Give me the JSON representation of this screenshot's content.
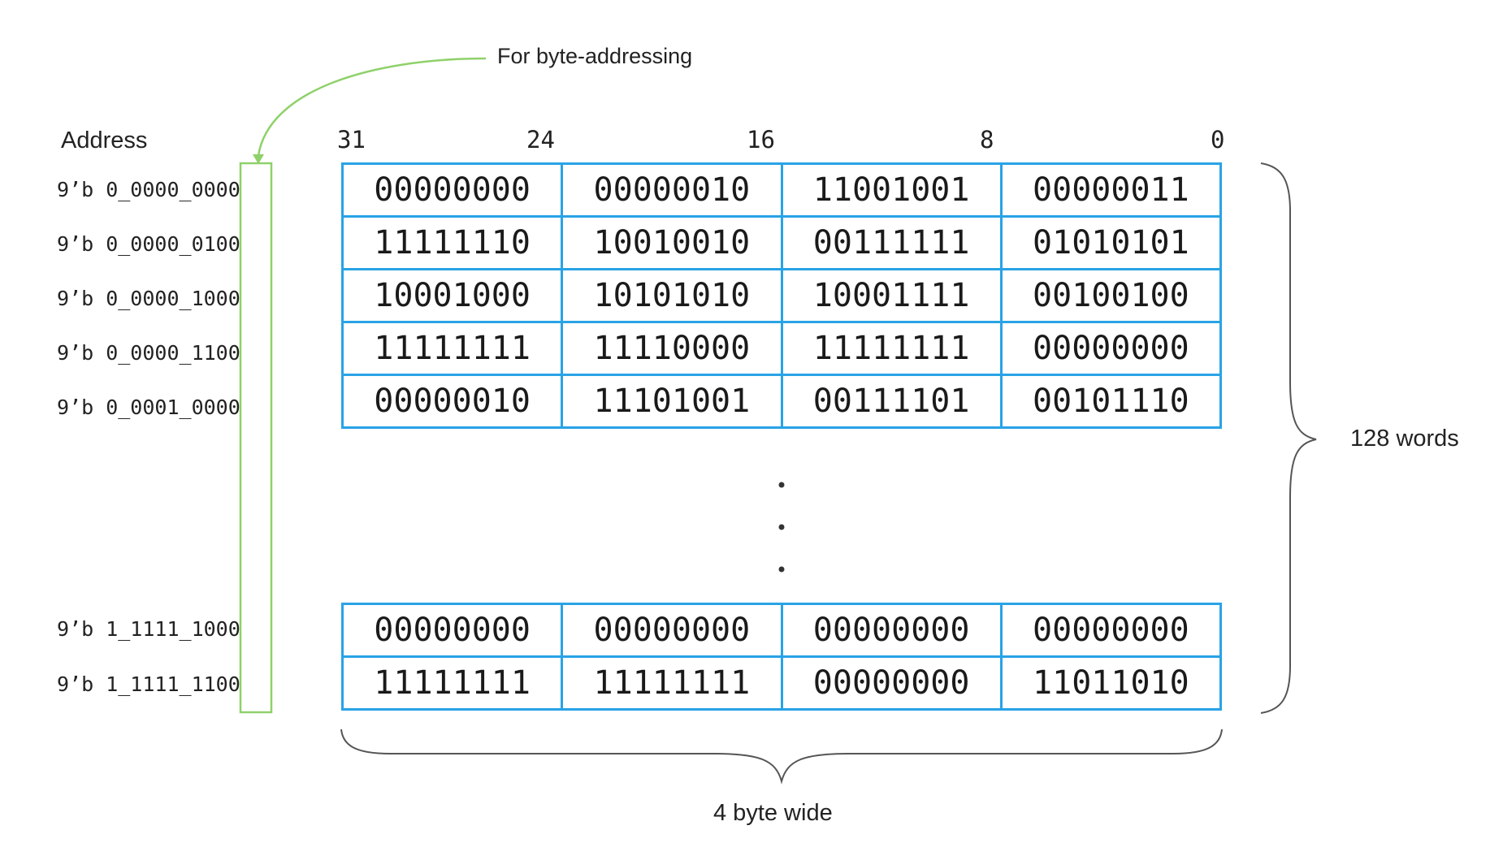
{
  "annotation": {
    "text": "For byte-addressing"
  },
  "address_header": "Address",
  "bit_labels": [
    "31",
    "24",
    "16",
    "8",
    "0"
  ],
  "rows_top": [
    {
      "address": "9’b 0_0000_0000",
      "bytes": [
        "00000000",
        "00000010",
        "11001001",
        "00000011"
      ]
    },
    {
      "address": "9’b 0_0000_0100",
      "bytes": [
        "11111110",
        "10010010",
        "00111111",
        "01010101"
      ]
    },
    {
      "address": "9’b 0_0000_1000",
      "bytes": [
        "10001000",
        "10101010",
        "10001111",
        "00100100"
      ]
    },
    {
      "address": "9’b 0_0000_1100",
      "bytes": [
        "11111111",
        "11110000",
        "11111111",
        "00000000"
      ]
    },
    {
      "address": "9’b 0_0001_0000",
      "bytes": [
        "00000010",
        "11101001",
        "00111101",
        "00101110"
      ]
    }
  ],
  "rows_bottom": [
    {
      "address": "9’b 1_1111_1000",
      "bytes": [
        "00000000",
        "00000000",
        "00000000",
        "00000000"
      ]
    },
    {
      "address": "9’b 1_1111_1100",
      "bytes": [
        "11111111",
        "11111111",
        "00000000",
        "11011010"
      ]
    }
  ],
  "brace_right": {
    "label": "128 words"
  },
  "brace_bottom": {
    "label": "4 byte wide"
  },
  "colors": {
    "cell_border": "#29a3e6",
    "highlight": "#8fd16a",
    "text": "#222222",
    "brace": "#555555"
  }
}
